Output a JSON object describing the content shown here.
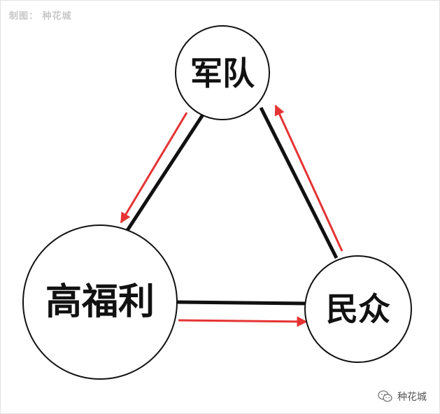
{
  "credit": "制图： 种花城",
  "nodes": {
    "army": "军队",
    "welfare": "高福利",
    "people": "民众"
  },
  "watermark": {
    "icon": "wechat-icon",
    "text": "种花城"
  },
  "colors": {
    "arrow": "#e53333",
    "line": "#111111",
    "circle_stroke": "#111111"
  }
}
